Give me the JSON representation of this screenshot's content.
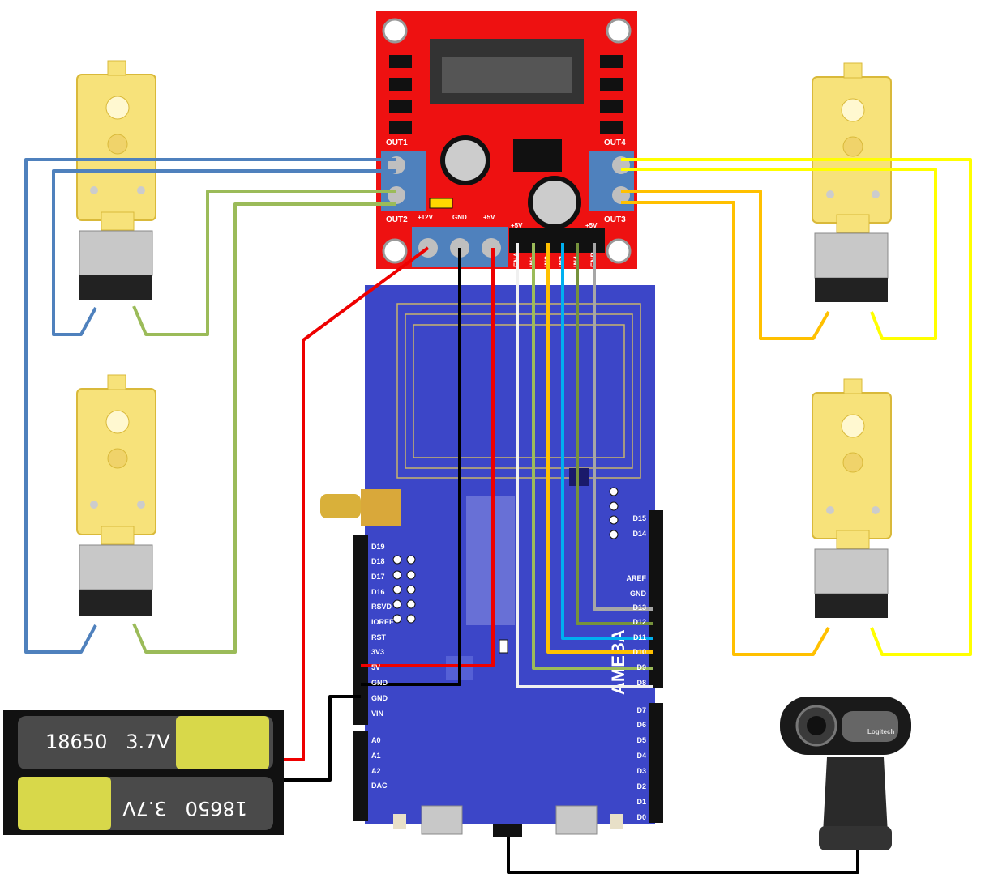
{
  "driver": {
    "out1": "OUT1",
    "out2": "OUT2",
    "out3": "OUT3",
    "out4": "OUT4",
    "v12": "+12V",
    "gnd": "GND",
    "v5": "+5V",
    "v5a": "+5V",
    "v5b": "+5V",
    "header_pins": [
      "ENA",
      "IN1",
      "IN2",
      "IN3",
      "IN4",
      "ENB"
    ]
  },
  "board": {
    "brand": "AMEBA",
    "left_pins": [
      "D19",
      "D18",
      "D17",
      "D16",
      "RSVD",
      "IOREF",
      "RST",
      "3V3",
      "5V",
      "GND",
      "GND",
      "VIN",
      "A0",
      "A1",
      "A2",
      "DAC"
    ],
    "right_pins": [
      "D15",
      "D14",
      "AREF",
      "GND",
      "D13",
      "D12",
      "D11",
      "D10",
      "D9",
      "D8",
      "D7",
      "D6",
      "D5",
      "D4",
      "D3",
      "D2",
      "D1",
      "D0"
    ]
  },
  "battery": {
    "cell1": "18650   3.7V",
    "cell2": "18650   3.7V"
  },
  "webcam": {
    "brand": "Logitech"
  },
  "colors": {
    "blue": "#4f81bd",
    "green": "#9bbb59",
    "yellow": "#ffff00",
    "orange": "#ffc000",
    "red": "#ee0000",
    "black": "#000000",
    "board": "#3c46c8",
    "driver": "#ee1111",
    "motor": "#f7e27a"
  }
}
